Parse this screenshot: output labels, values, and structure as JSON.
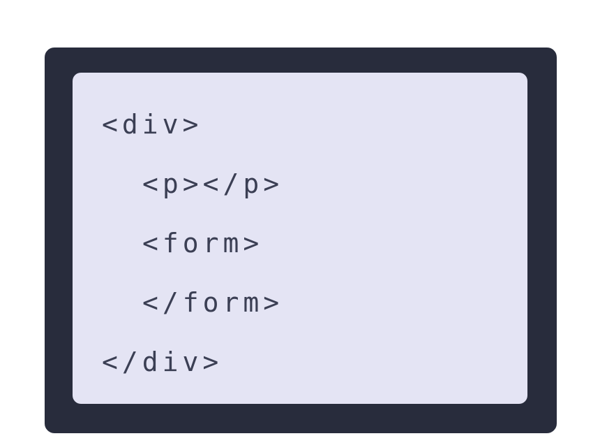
{
  "card": {
    "code": {
      "language": "html",
      "lines": [
        {
          "text": "<div>",
          "indent": 0
        },
        {
          "text": "<p></p>",
          "indent": 1
        },
        {
          "text": "<form>",
          "indent": 1
        },
        {
          "text": "</form>",
          "indent": 1
        },
        {
          "text": "</div>",
          "indent": 0
        }
      ]
    }
  },
  "colors": {
    "card_background": "#282c3c",
    "card_border": "#fdfdfd",
    "panel_background": "#e4e4f4",
    "code_text": "#3b3f54",
    "page_background": "#ffffff"
  }
}
